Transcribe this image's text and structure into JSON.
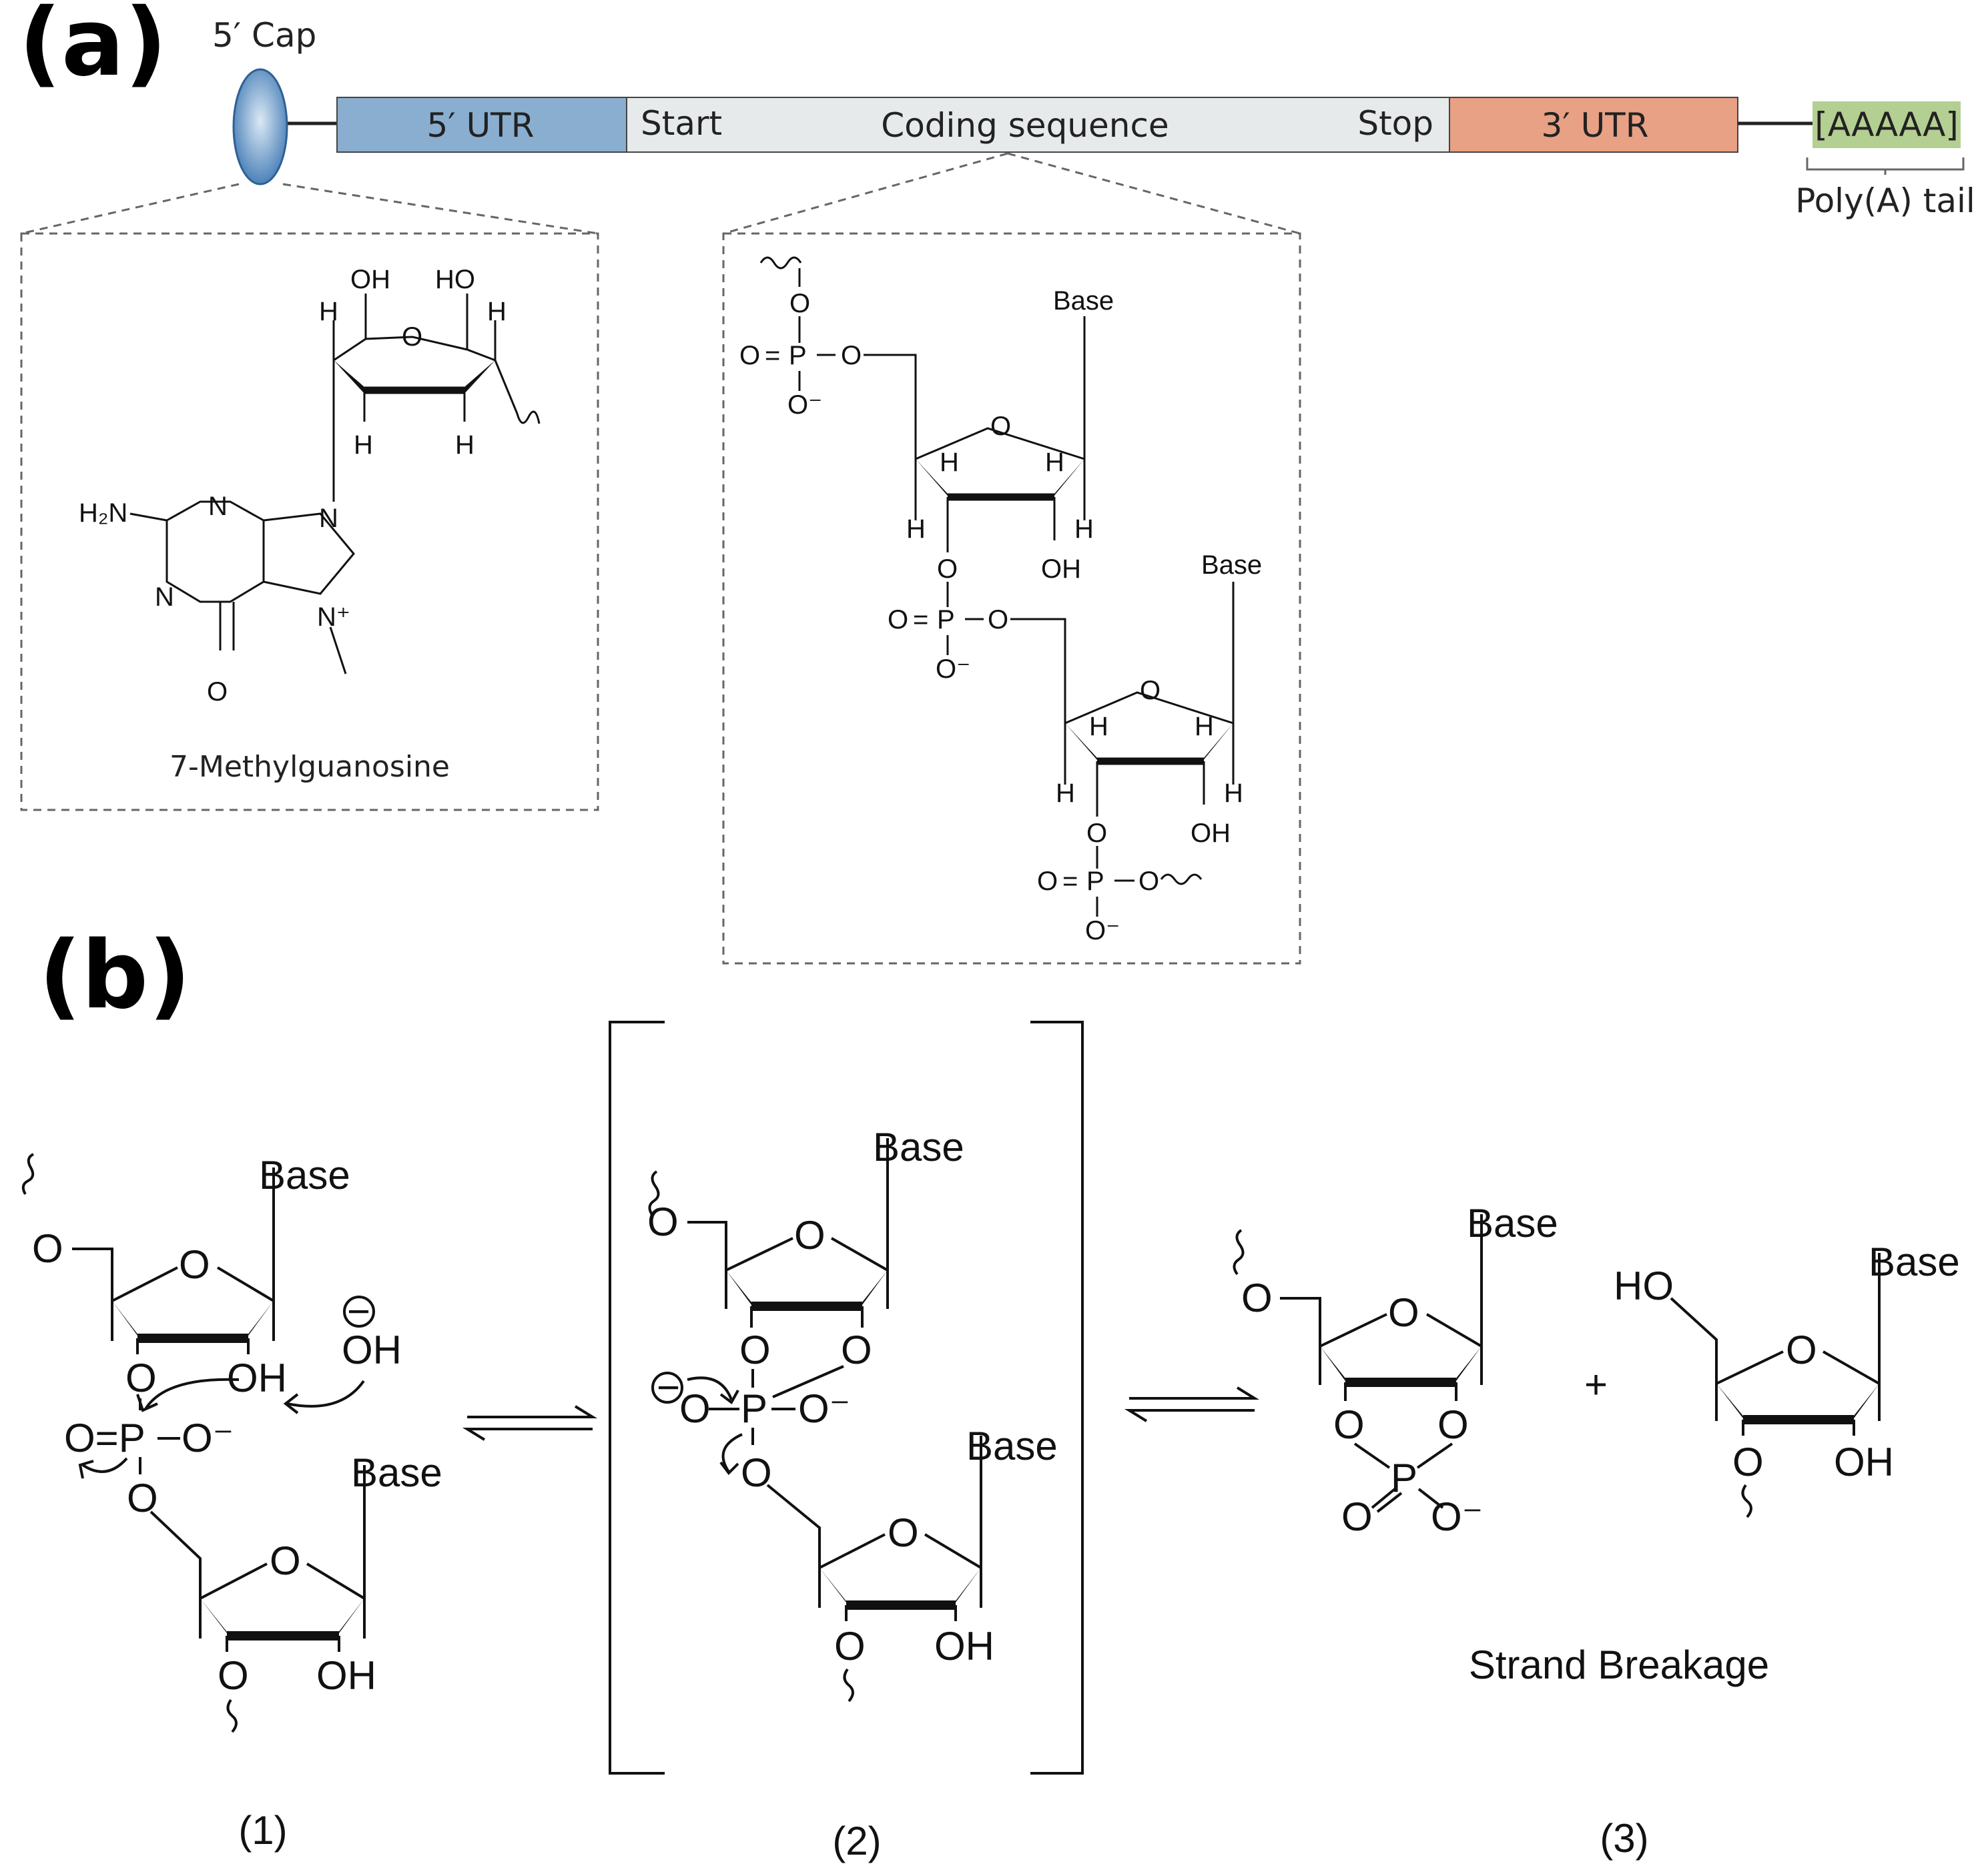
{
  "panel_a": {
    "label": "(a)",
    "cap_label": "5′ Cap",
    "utr5": "5′ UTR",
    "start": "Start",
    "coding": "Coding sequence",
    "stop": "Stop",
    "utr3": "3′ UTR",
    "polya_seq": "[AAAAA]",
    "polya_label": "Poly(A) tail",
    "cap_structure": {
      "name": "7-Methylguanosine",
      "oh": "OH",
      "ho": "HO",
      "h": "H",
      "o": "O",
      "h2n": "H₂N",
      "n": "N",
      "n_plus": "N⁺"
    },
    "backbone": {
      "base": "Base",
      "o": "O",
      "p": "P",
      "eq": "=",
      "o_minus": "O⁻",
      "h": "H",
      "oh": "OH"
    },
    "colors": {
      "utr5": "#8aaed0",
      "coding": "#e7eaea",
      "utr3": "#e8a184",
      "polya": "#b4cf92",
      "cap": "#4f86bd"
    }
  },
  "panel_b": {
    "label": "(b)",
    "base": "Base",
    "o": "O",
    "oh": "OH",
    "ho": "HO",
    "p": "P",
    "o_eq_p": "O=P",
    "o_minus": "O⁻",
    "minus": "−",
    "plus": "+",
    "strand_breakage": "Strand Breakage",
    "step1": "(1)",
    "step2": "(2)",
    "step3": "(3)"
  }
}
